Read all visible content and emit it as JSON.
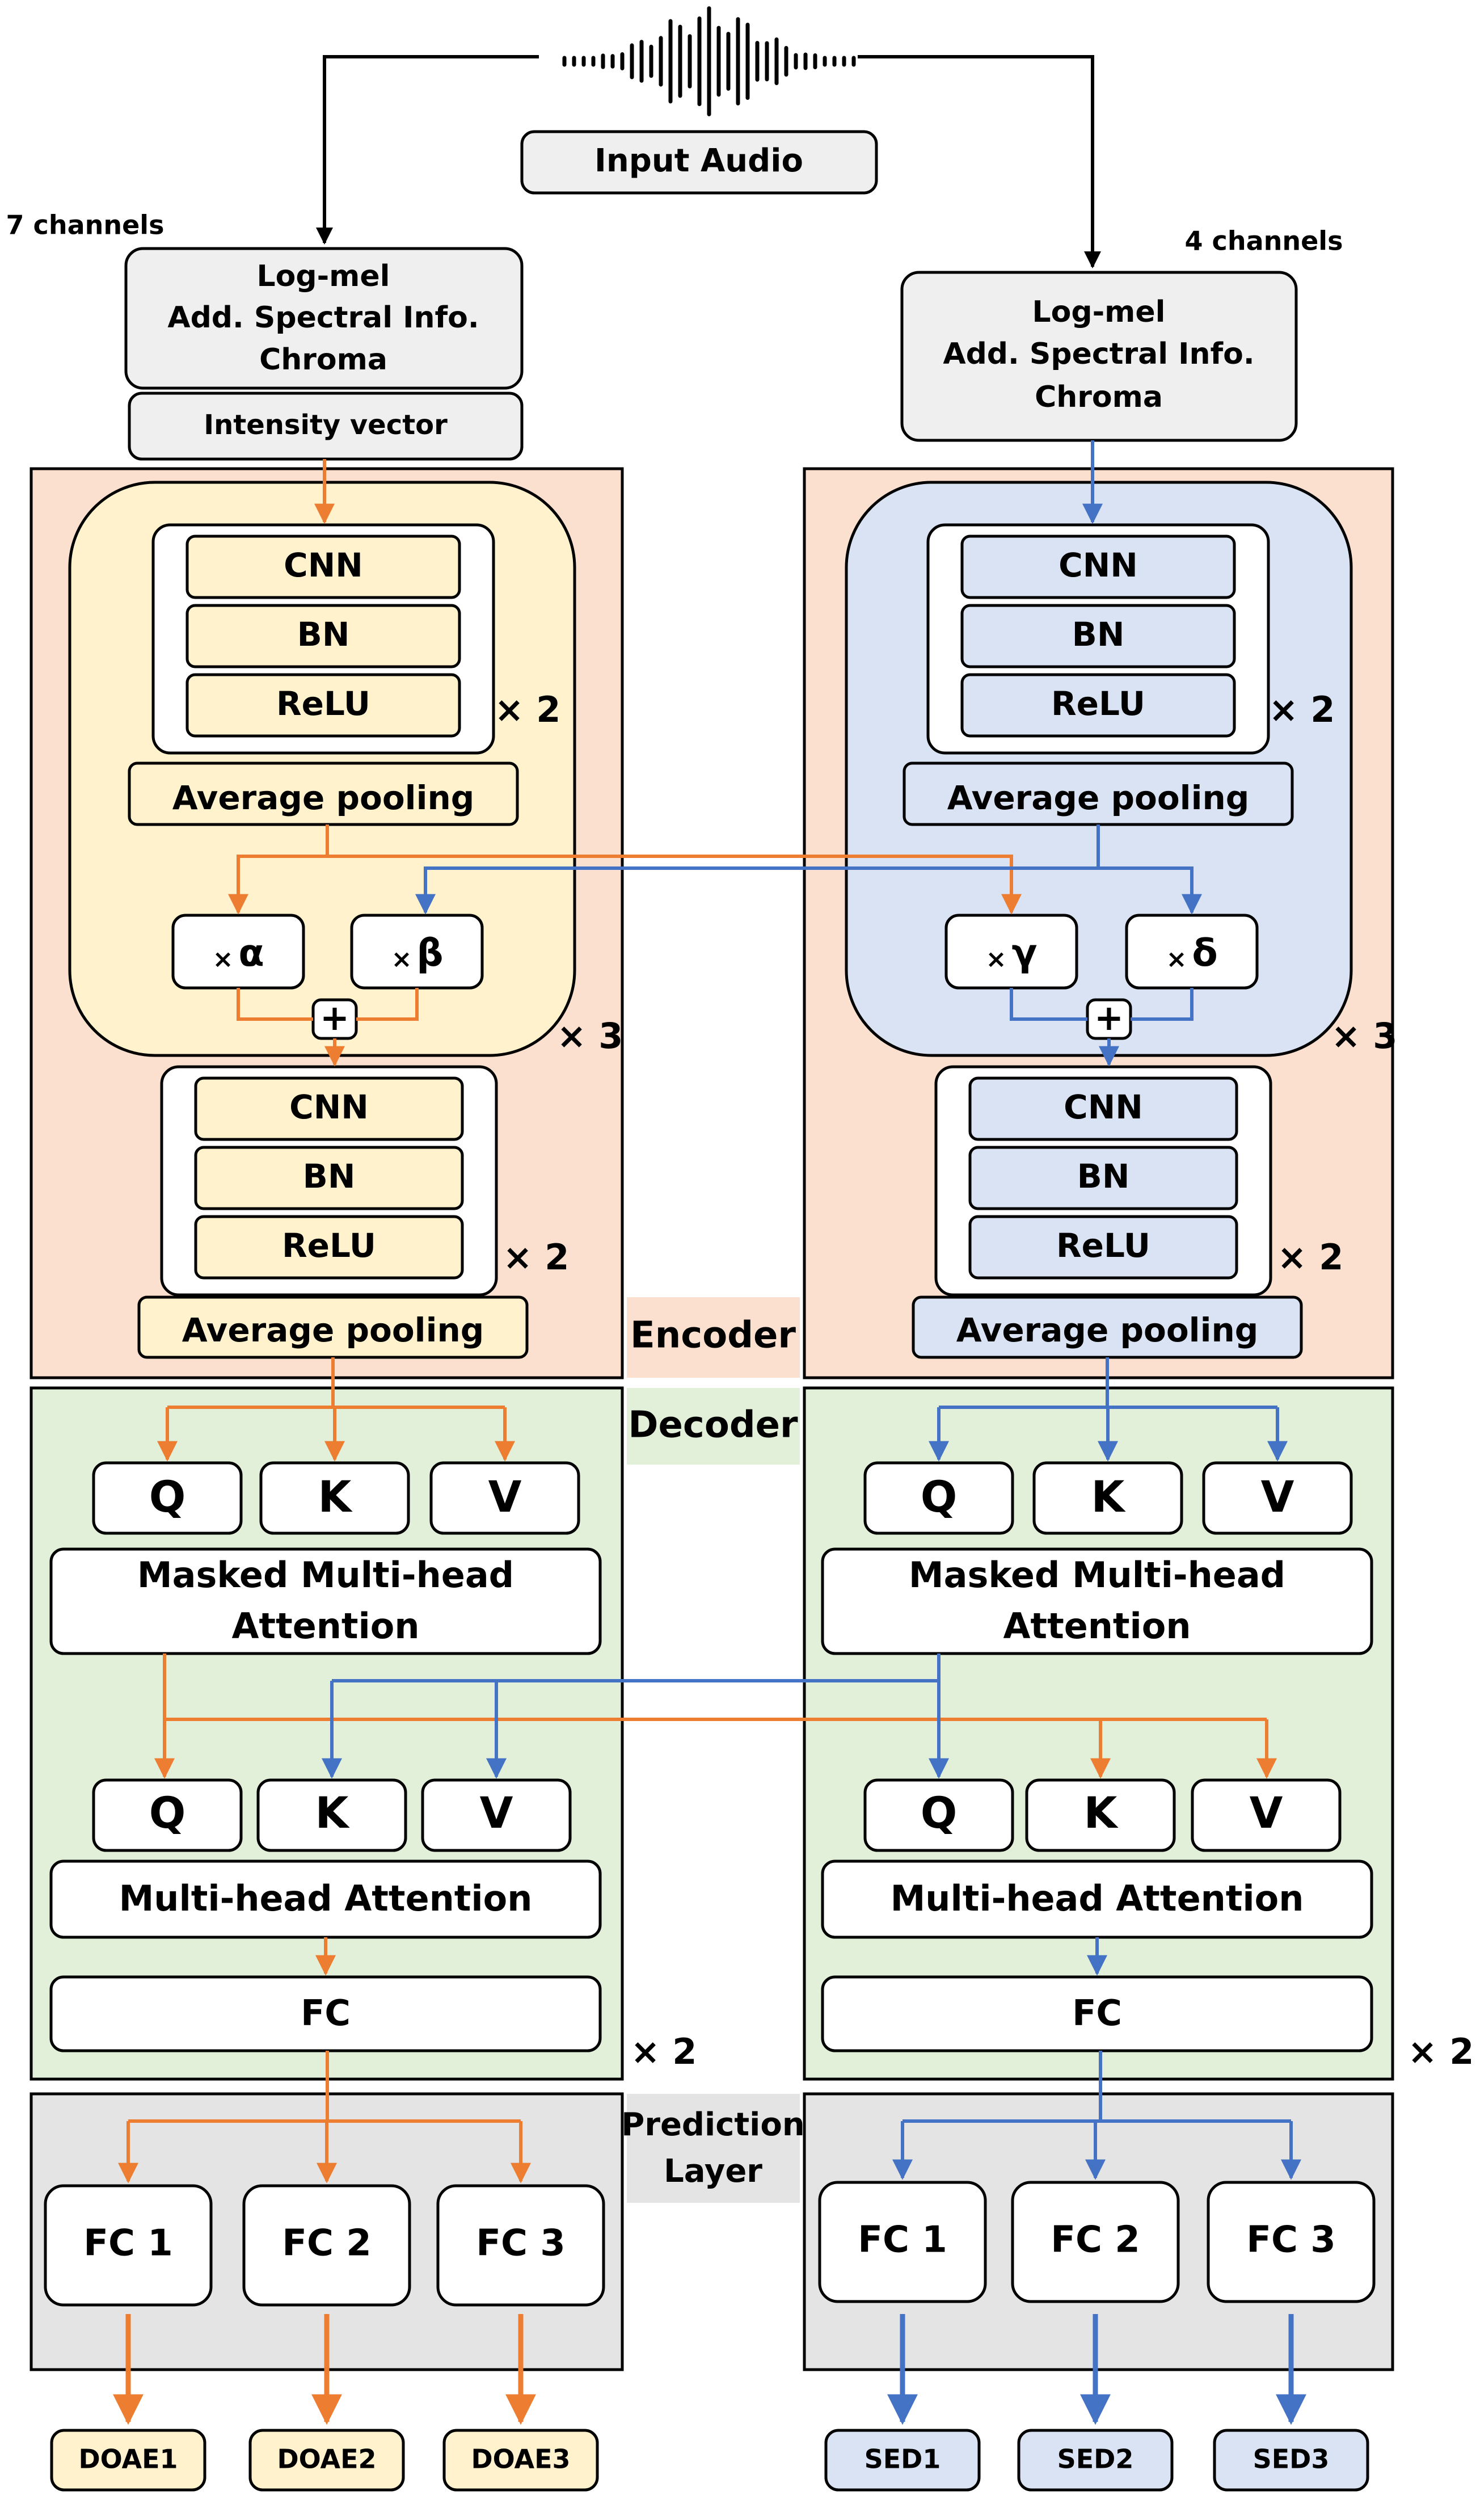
{
  "input": {
    "label": "Input Audio"
  },
  "left_branch": {
    "channels": "7 channels",
    "features": [
      "Log-mel",
      "Add. Spectral Info.",
      "Chroma"
    ],
    "extra_feature": "Intensity vector",
    "conv_block": {
      "layers": [
        "CNN",
        "BN",
        "ReLU"
      ],
      "repeat": "× 2"
    },
    "pooling": "Average pooling",
    "weights": [
      {
        "prefix": "×",
        "symbol": "α"
      },
      {
        "prefix": "×",
        "symbol": "β"
      }
    ],
    "sum": "+",
    "encoder_repeat": "× 3",
    "conv_block_2": {
      "layers": [
        "CNN",
        "BN",
        "ReLU"
      ],
      "repeat": "× 2"
    },
    "pooling_2": "Average pooling",
    "qkv1": [
      "Q",
      "K",
      "V"
    ],
    "masked_attention": [
      "Masked Multi-head",
      "Attention"
    ],
    "qkv2": [
      "Q",
      "K",
      "V"
    ],
    "attention": "Multi-head Attention",
    "fc": "FC",
    "decoder_repeat": "× 2",
    "prediction": [
      "FC 1",
      "FC 2",
      "FC 3"
    ],
    "outputs": [
      "DOAE1",
      "DOAE2",
      "DOAE3"
    ]
  },
  "right_branch": {
    "channels": "4 channels",
    "features": [
      "Log-mel",
      "Add. Spectral Info.",
      "Chroma"
    ],
    "conv_block": {
      "layers": [
        "CNN",
        "BN",
        "ReLU"
      ],
      "repeat": "× 2"
    },
    "pooling": "Average pooling",
    "weights": [
      {
        "prefix": "×",
        "symbol": "γ"
      },
      {
        "prefix": "×",
        "symbol": "δ"
      }
    ],
    "sum": "+",
    "encoder_repeat": "× 3",
    "conv_block_2": {
      "layers": [
        "CNN",
        "BN",
        "ReLU"
      ],
      "repeat": "× 2"
    },
    "pooling_2": "Average pooling",
    "qkv1": [
      "Q",
      "K",
      "V"
    ],
    "masked_attention": [
      "Masked Multi-head",
      "Attention"
    ],
    "qkv2": [
      "Q",
      "K",
      "V"
    ],
    "attention": "Multi-head Attention",
    "fc": "FC",
    "decoder_repeat": "× 2",
    "prediction": [
      "FC 1",
      "FC 2",
      "FC 3"
    ],
    "outputs": [
      "SED1",
      "SED2",
      "SED3"
    ]
  },
  "section_labels": {
    "encoder": "Encoder",
    "decoder": "Decoder",
    "prediction": [
      "Prediction",
      "Layer"
    ]
  },
  "colors": {
    "encoder_bg": "#fbe0d0",
    "decoder_bg": "#e2efd9",
    "prediction_bg": "#e4e4e4",
    "left_block": "#fff2cc",
    "right_block": "#dae3f3",
    "feature_box": "#efefef",
    "label_bg": "#fbe0d0",
    "label_bg_decoder": "#e2efd9",
    "label_bg_prediction": "#e4e4e4",
    "left_arrow": "#ed7d31",
    "right_arrow": "#4472c4"
  }
}
